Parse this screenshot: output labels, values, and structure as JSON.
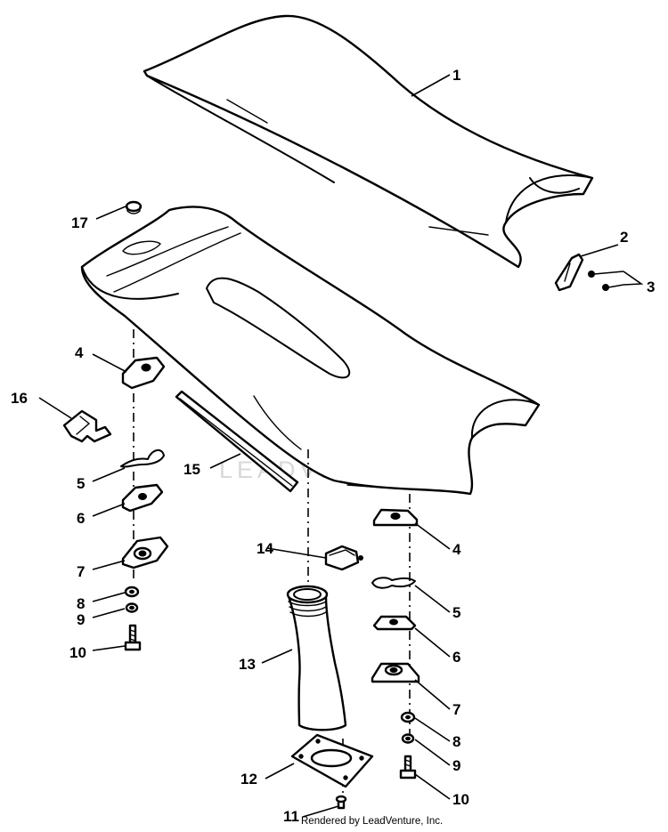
{
  "watermark": {
    "text": "LEADVENTURE"
  },
  "credit": "Rendered by LeadVenture, Inc.",
  "callouts": {
    "c1": "1",
    "c2": "2",
    "c3": "3",
    "c4a": "4",
    "c4b": "4",
    "c5a": "5",
    "c5b": "5",
    "c6a": "6",
    "c6b": "6",
    "c7a": "7",
    "c7b": "7",
    "c8a": "8",
    "c8b": "8",
    "c9a": "9",
    "c9b": "9",
    "c10a": "10",
    "c10b": "10",
    "c11": "11",
    "c12": "12",
    "c13": "13",
    "c14": "14",
    "c15": "15",
    "c16": "16",
    "c17": "17"
  }
}
